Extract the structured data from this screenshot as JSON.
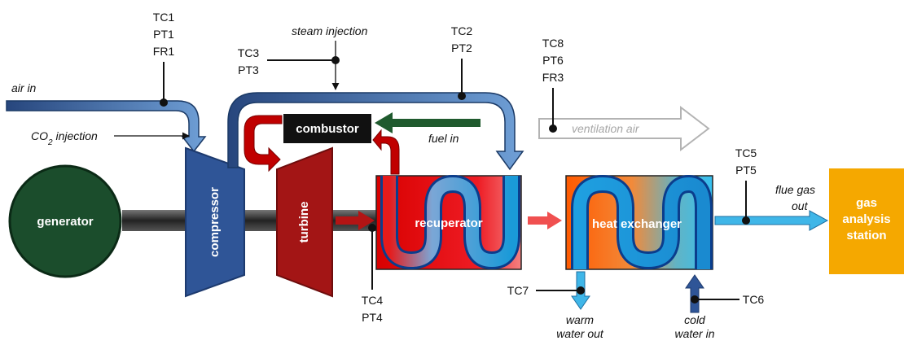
{
  "labels": {
    "air_in": "air in",
    "co2_injection_pre": "CO",
    "co2_injection_sub": "2",
    "co2_injection_post": " injection",
    "steam_injection": "steam injection",
    "fuel_in": "fuel in",
    "ventilation_air": "ventilation air",
    "flue_gas_out_1": "flue gas",
    "flue_gas_out_2": "out",
    "warm_water_out_1": "warm",
    "warm_water_out_2": "water out",
    "cold_water_in_1": "cold",
    "cold_water_in_2": "water in"
  },
  "components": {
    "generator": "generator",
    "compressor": "compressor",
    "turbine": "turbine",
    "combustor": "combustor",
    "recuperator": "recuperator",
    "heat_exchanger": "heat exchanger",
    "gas_analysis_1": "gas",
    "gas_analysis_2": "analysis",
    "gas_analysis_3": "station"
  },
  "sensors": {
    "s1": [
      "TC1",
      "PT1",
      "FR1"
    ],
    "s3": [
      "TC3",
      "PT3"
    ],
    "s2": [
      "TC2",
      "PT2"
    ],
    "s8": [
      "TC8",
      "PT6",
      "FR3"
    ],
    "s5": [
      "TC5",
      "PT5"
    ],
    "s4": [
      "TC4",
      "PT4"
    ],
    "s7": [
      "TC7"
    ],
    "s6": [
      "TC6"
    ]
  },
  "colors": {
    "air_blue": "#2e75b6",
    "light_blue": "#3fb6e8",
    "dark_blue": "#27467d",
    "turbine_red": "#a31515",
    "fuel_green": "#1f5a2e",
    "generator_green": "#1b4d2c",
    "gas_station_orange": "#f5a800"
  }
}
